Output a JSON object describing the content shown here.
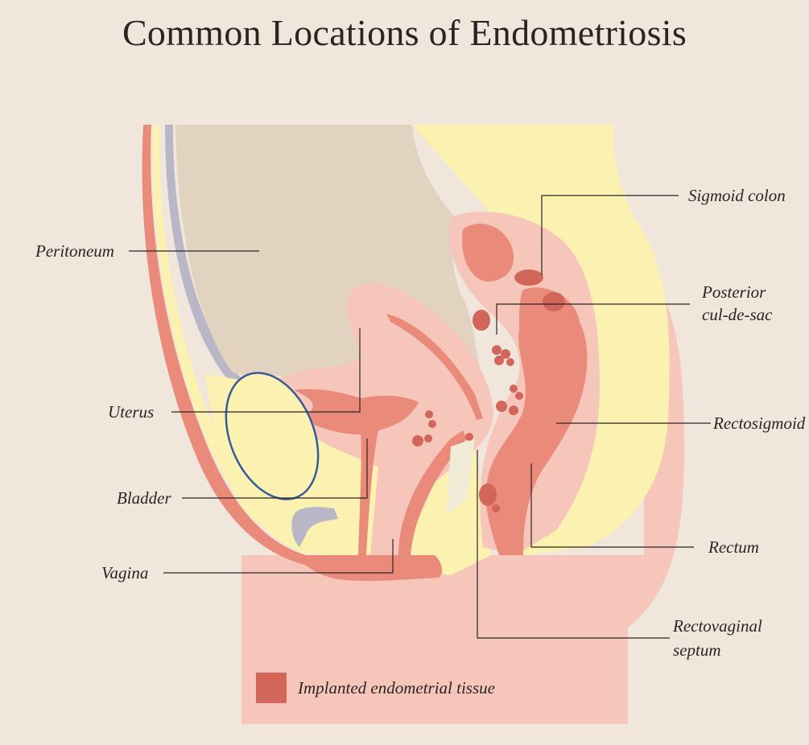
{
  "title": "Common Locations of Endometriosis",
  "labels": {
    "peritoneum": "Peritoneum",
    "uterus": "Uterus",
    "bladder": "Bladder",
    "vagina": "Vagina",
    "sigmoid_colon": "Sigmoid colon",
    "posterior_cul_de_sac_line1": "Posterior",
    "posterior_cul_de_sac_line2": "cul-de-sac",
    "rectosigmoid": "Rectosigmoid",
    "rectum": "Rectum",
    "rectovaginal_septum_line1": "Rectovaginal",
    "rectovaginal_septum_line2": "septum"
  },
  "legend": {
    "implanted_tissue": "Implanted endometrial tissue"
  },
  "colors": {
    "background": "#f0e6dc",
    "body_pink": "#f7c6bb",
    "fat_yellow": "#fbf1b0",
    "cavity_tan": "#e1d3c0",
    "organ_salmon": "#ea8a7a",
    "implant_red": "#d2665a",
    "peritoneum_gray": "#b9b6c8",
    "bladder_outline": "#3a5a9a",
    "text": "#2a2422"
  }
}
